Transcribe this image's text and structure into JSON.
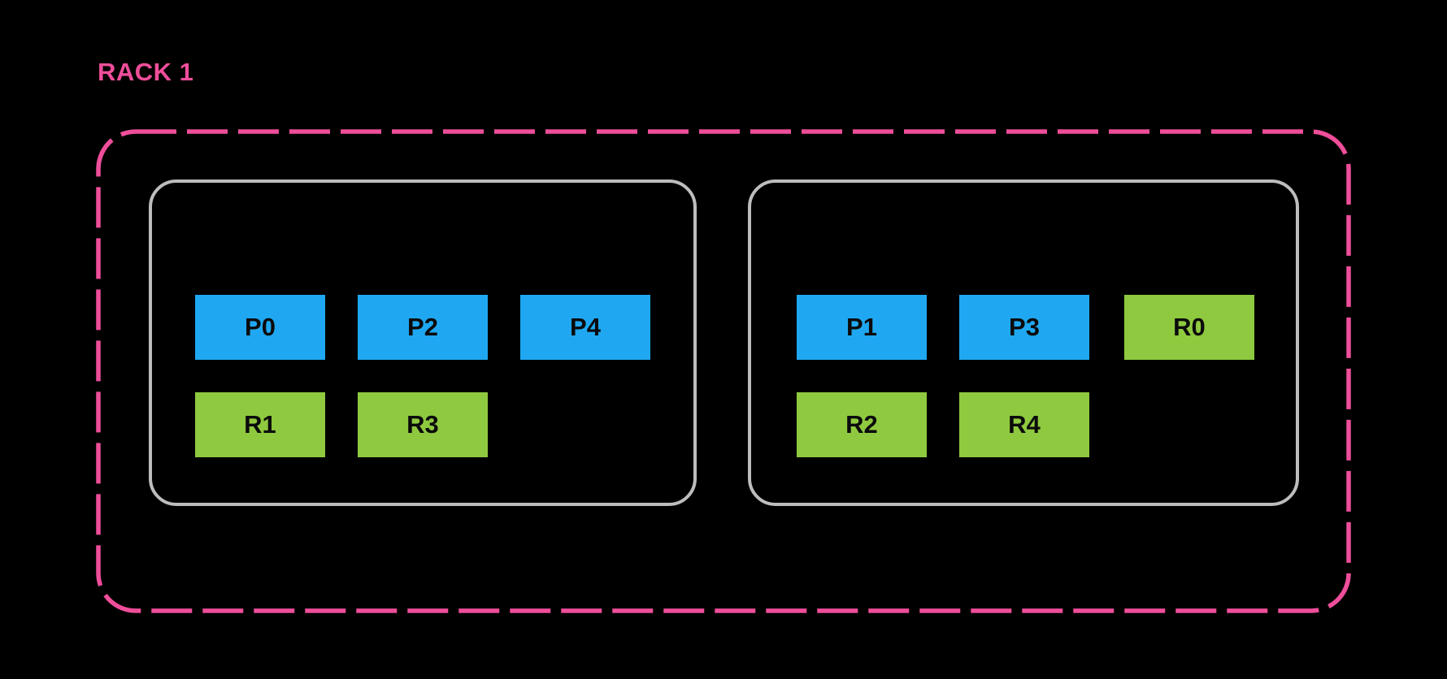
{
  "rack": {
    "label": "RACK 1",
    "nodes": [
      {
        "id": "node-1",
        "shards": [
          {
            "label": "P0",
            "type": "primary"
          },
          {
            "label": "P2",
            "type": "primary"
          },
          {
            "label": "P4",
            "type": "primary"
          },
          {
            "label": "R1",
            "type": "replica"
          },
          {
            "label": "R3",
            "type": "replica"
          }
        ]
      },
      {
        "id": "node-2",
        "shards": [
          {
            "label": "P1",
            "type": "primary"
          },
          {
            "label": "P3",
            "type": "primary"
          },
          {
            "label": "R0",
            "type": "replica"
          },
          {
            "label": "R2",
            "type": "replica"
          },
          {
            "label": "R4",
            "type": "replica"
          }
        ]
      }
    ]
  },
  "colors": {
    "background": "#000000",
    "rack_outline_pink": "#EE4E9A",
    "node_outline_gray": "#BDBDBD",
    "primary_shard_blue": "#1FA8F1",
    "replica_shard_green": "#8FC93F",
    "shard_text": "#0B0B0B"
  }
}
